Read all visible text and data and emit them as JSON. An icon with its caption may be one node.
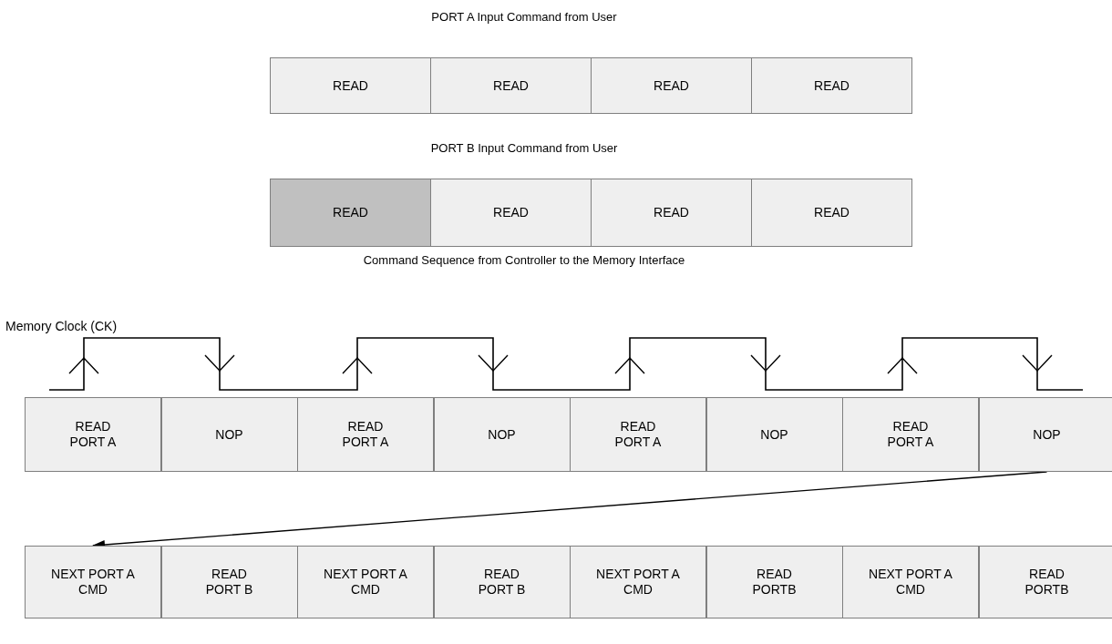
{
  "diagram": {
    "nodes": [
      {
        "text": [
          "READ"
        ]
      },
      {
        "text": [
          "READ"
        ]
      },
      {
        "text": [
          "READ"
        ]
      },
      {
        "text": [
          "READ"
        ]
      },
      {
        "text": [
          "READ"
        ]
      },
      {
        "text": [
          "READ"
        ]
      },
      {
        "text": [
          "READ"
        ]
      },
      {
        "text": [
          "READ"
        ]
      },
      {
        "text": [
          "READ PORT A"
        ]
      },
      {
        "text": [
          "NOP"
        ]
      },
      {
        "text": [
          "READ PORT A"
        ]
      },
      {
        "text": [
          "NOP"
        ]
      },
      {
        "text": [
          "READ PORT A"
        ]
      },
      {
        "text": [
          "NOP"
        ]
      },
      {
        "text": [
          "READ PORT A"
        ]
      },
      {
        "text": [
          "NOP"
        ]
      },
      {
        "text": [
          "NEXT PORT A CMD"
        ]
      },
      {
        "text": [
          "READ PORT B"
        ]
      },
      {
        "text": [
          "NEXT PORT A CMD"
        ]
      },
      {
        "text": [
          "READ PORT B"
        ]
      },
      {
        "text": [
          "NEXT PORT A CMD"
        ]
      },
      {
        "text": [
          "READ PORTB"
        ]
      },
      {
        "text": [
          "NEXT PORT A CMD"
        ]
      },
      {
        "text": [
          "READ PORTB"
        ]
      }
    ],
    "edges": [
      {
        "from": 15,
        "to": 16,
        "arrow": "to"
      }
    ],
    "labels": [
      "PORT A Input Command from User",
      "PORT B Input Command from User",
      "Command Sequence from Controller to the Memory Interface",
      "Memory Clock (CK)"
    ]
  }
}
